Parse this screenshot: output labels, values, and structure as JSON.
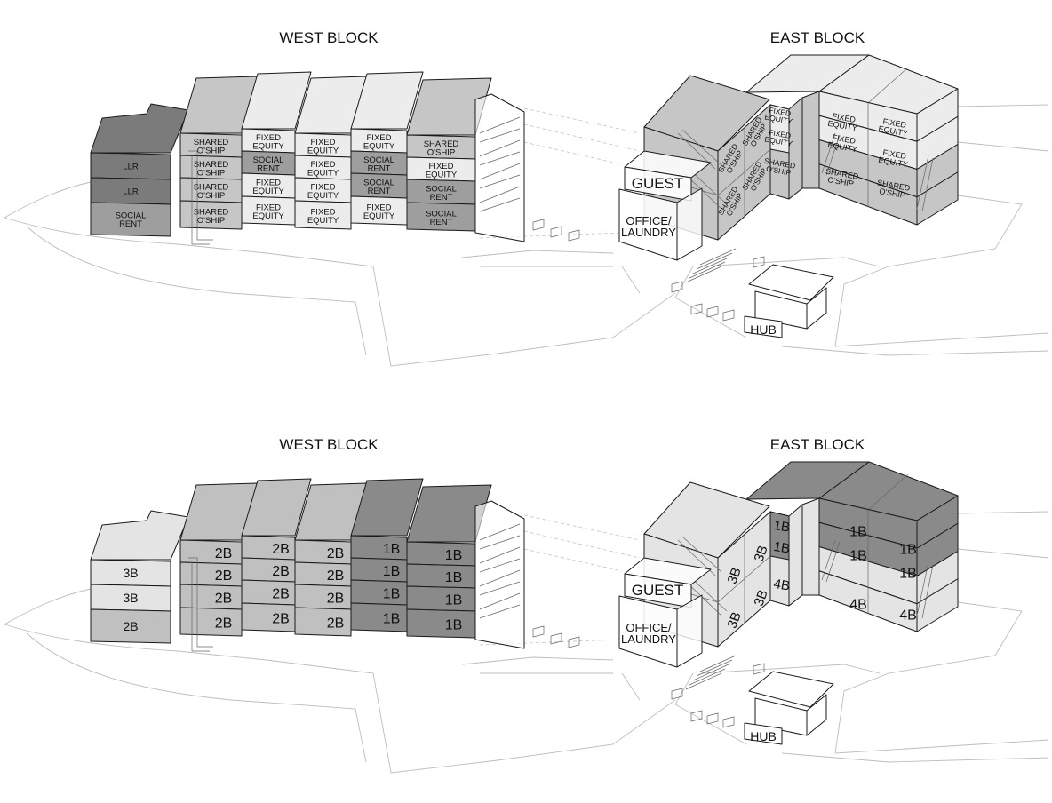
{
  "colors": {
    "LLR": "#7b7b7b",
    "SOCIAL": "#9e9e9e",
    "SHARED": "#c6c6c6",
    "FIXED": "#ececec",
    "3B": "#e4e4e4",
    "2B": "#c0c0c0",
    "1B": "#8a8a8a",
    "4B": "#e4e4e4"
  },
  "top": {
    "west": {
      "title": "WEST BLOCK",
      "end_stack": [
        [
          "LLR"
        ],
        [
          "LLR"
        ],
        [
          "SOCIAL",
          "RENT"
        ]
      ],
      "columns": [
        [
          [
            "SHARED",
            "O'SHIP"
          ],
          [
            "SHARED",
            "O'SHIP"
          ],
          [
            "SHARED",
            "O'SHIP"
          ],
          [
            "SHARED",
            "O'SHIP"
          ]
        ],
        [
          [
            "FIXED",
            "EQUITY"
          ],
          [
            "SOCIAL",
            "RENT"
          ],
          [
            "FIXED",
            "EQUITY"
          ],
          [
            "FIXED",
            "EQUITY"
          ]
        ],
        [
          [
            "FIXED",
            "EQUITY"
          ],
          [
            "FIXED",
            "EQUITY"
          ],
          [
            "FIXED",
            "EQUITY"
          ],
          [
            "FIXED",
            "EQUITY"
          ]
        ],
        [
          [
            "FIXED",
            "EQUITY"
          ],
          [
            "SOCIAL",
            "RENT"
          ],
          [
            "SOCIAL",
            "RENT"
          ],
          [
            "FIXED",
            "EQUITY"
          ]
        ],
        [
          [
            "SHARED",
            "O'SHIP"
          ],
          [
            "FIXED",
            "EQUITY"
          ],
          [
            "SOCIAL",
            "RENT"
          ],
          [
            "SOCIAL",
            "RENT"
          ]
        ]
      ]
    },
    "east": {
      "title": "EAST BLOCK",
      "wing_left": [
        [
          "SHARED",
          "O'SHIP"
        ],
        [
          "SHARED",
          "O'SHIP"
        ],
        [
          "SHARED",
          "O'SHIP"
        ],
        [
          "SHARED",
          "O'SHIP"
        ]
      ],
      "core": [
        [
          "FIXED",
          "EQUITY"
        ],
        [
          "FIXED",
          "EQUITY"
        ],
        [
          "SHARED",
          "O'SHIP"
        ]
      ],
      "wing_right": [
        [
          "FIXED",
          "EQUITY"
        ],
        [
          "FIXED",
          "EQUITY"
        ],
        [
          "SHARED",
          "O'SHIP"
        ],
        [
          "FIXED",
          "EQUITY"
        ],
        [
          "FIXED",
          "EQUITY"
        ],
        [
          "SHARED",
          "O'SHIP"
        ]
      ],
      "guest": "GUEST",
      "office": [
        "OFFICE/",
        "LAUNDRY"
      ],
      "hub": "HUB"
    }
  },
  "bottom": {
    "west": {
      "title": "WEST BLOCK",
      "end_stack": [
        [
          "3B"
        ],
        [
          "3B"
        ],
        [
          "2B"
        ]
      ],
      "columns": [
        [
          [
            "2B"
          ],
          [
            "2B"
          ],
          [
            "2B"
          ],
          [
            "2B"
          ]
        ],
        [
          [
            "2B"
          ],
          [
            "2B"
          ],
          [
            "2B"
          ],
          [
            "2B"
          ]
        ],
        [
          [
            "2B"
          ],
          [
            "2B"
          ],
          [
            "2B"
          ],
          [
            "2B"
          ]
        ],
        [
          [
            "1B"
          ],
          [
            "1B"
          ],
          [
            "1B"
          ],
          [
            "1B"
          ]
        ],
        [
          [
            "1B"
          ],
          [
            "1B"
          ],
          [
            "1B"
          ],
          [
            "1B"
          ]
        ]
      ]
    },
    "east": {
      "title": "EAST BLOCK",
      "wing_left": [
        [
          "3B"
        ],
        [
          "3B"
        ],
        [
          "3B"
        ],
        [
          "3B"
        ]
      ],
      "core": [
        [
          "1B"
        ],
        [
          "1B"
        ],
        [
          "4B"
        ]
      ],
      "wing_right": [
        [
          "1B"
        ],
        [
          "1B"
        ],
        [
          "4B"
        ],
        [
          "1B"
        ],
        [
          "1B"
        ],
        [
          "4B"
        ]
      ],
      "guest": "GUEST",
      "office": [
        "OFFICE/",
        "LAUNDRY"
      ],
      "hub": "HUB"
    }
  }
}
